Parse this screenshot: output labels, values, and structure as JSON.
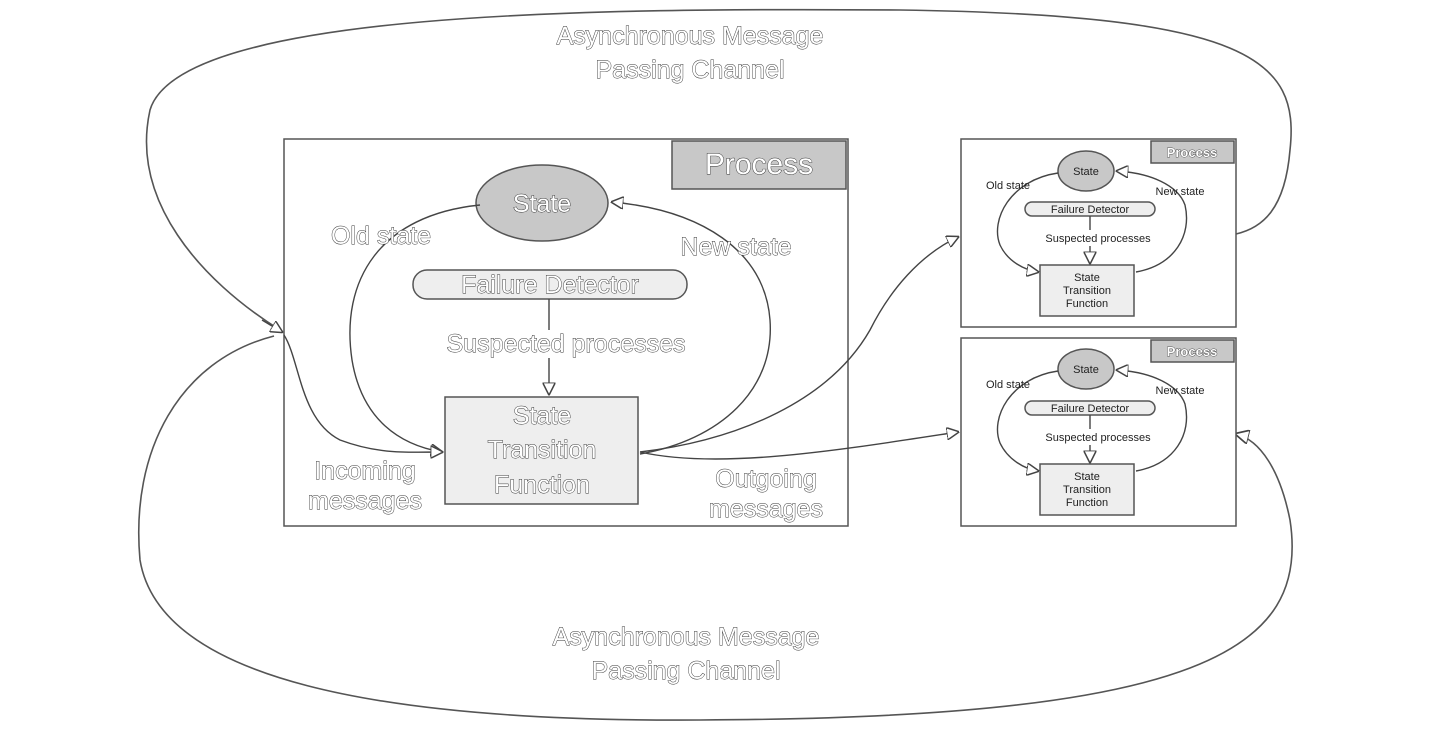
{
  "channel_top": {
    "line1": "Asynchronous Message",
    "line2": "Passing Channel"
  },
  "channel_bottom": {
    "line1": "Asynchronous Message",
    "line2": "Passing Channel"
  },
  "main_process": {
    "title": "Process",
    "state": "State",
    "old_state": "Old state",
    "new_state": "New state",
    "failure_detector": "Failure Detector",
    "suspected": "Suspected processes",
    "stf": {
      "line1": "State",
      "line2": "Transition",
      "line3": "Function"
    },
    "incoming": {
      "line1": "Incoming",
      "line2": "messages"
    },
    "outgoing": {
      "line1": "Outgoing",
      "line2": "messages"
    }
  },
  "small_process_1": {
    "title": "Process",
    "state": "State",
    "old_state": "Old state",
    "new_state": "New state",
    "failure_detector": "Failure Detector",
    "suspected": "Suspected processes",
    "stf": {
      "line1": "State",
      "line2": "Transition",
      "line3": "Function"
    }
  },
  "small_process_2": {
    "title": "Process",
    "state": "State",
    "old_state": "Old state",
    "new_state": "New state",
    "failure_detector": "Failure Detector",
    "suspected": "Suspected processes",
    "stf": {
      "line1": "State",
      "line2": "Transition",
      "line3": "Function"
    }
  }
}
